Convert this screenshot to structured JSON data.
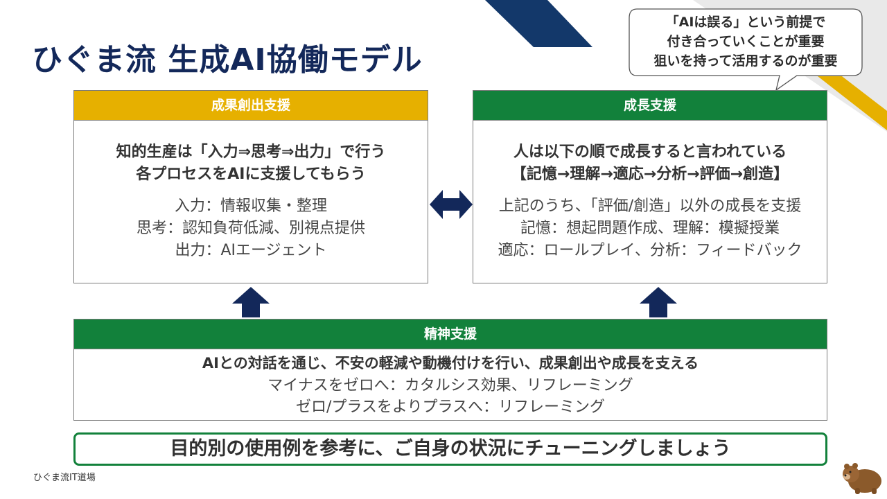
{
  "title": "ひぐま流 生成AI協働モデル",
  "callout": {
    "lines": [
      "「AIは誤る」という前提で",
      "付き合っていくことが重要",
      "狙いを持って活用するのが重要"
    ]
  },
  "left_panel": {
    "header": "成果創出支援",
    "bold_lines": [
      "知的生産は「入力⇒思考⇒出力」で行う",
      "各プロセスをAIに支援してもらう"
    ],
    "lines": [
      "入力：情報収集・整理",
      "思考：認知負荷低減、別視点提供",
      "出力：AIエージェント"
    ]
  },
  "right_panel": {
    "header": "成長支援",
    "bold_lines": [
      "人は以下の順で成長すると言われている",
      "【記憶→理解→適応→分析→評価→創造】"
    ],
    "lines": [
      "上記のうち、「評価/創造」以外の成長を支援",
      "記憶：想起問題作成、理解：模擬授業",
      "適応：ロールプレイ、分析：フィードバック"
    ]
  },
  "bottom_panel": {
    "header": "精神支援",
    "bold_line": "AIとの対話を通じ、不安の軽減や動機付けを行い、成果創出や成長を支える",
    "lines": [
      "マイナスをゼロへ：カタルシス効果、リフレーミング",
      "ゼロ/プラスをよりプラスへ：リフレーミング"
    ]
  },
  "footer": "目的別の使用例を参考に、ご自身の状況にチューニングしましょう",
  "credit": "ひぐま流IT道場",
  "colors": {
    "navy": "#13285a",
    "gold": "#e6b000",
    "green": "#12813b",
    "stripe_gray": "#e8e8e8"
  },
  "icons": [
    "double-arrow-icon",
    "up-arrow-icon",
    "bear-icon"
  ]
}
